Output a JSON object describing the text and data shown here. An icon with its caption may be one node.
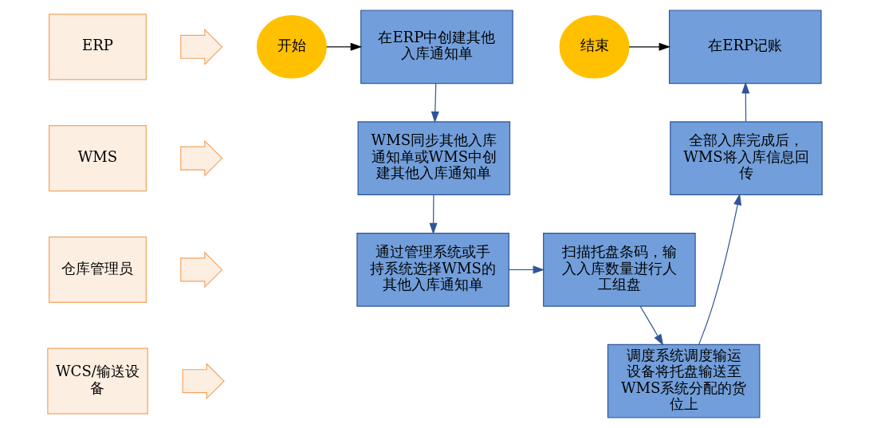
{
  "diagram": {
    "nodes": [
      {
        "text": [
          "ERP"
        ]
      },
      {
        "text": [
          "WMS"
        ]
      },
      {
        "text": [
          "仓库管理员"
        ]
      },
      {
        "text": [
          "WCS/输送设备"
        ]
      },
      {
        "text": [
          "开始"
        ]
      },
      {
        "text": [
          "在ERP中创建其他入库通知单"
        ]
      },
      {
        "text": [
          "结束"
        ]
      },
      {
        "text": [
          "在ERP记账"
        ]
      },
      {
        "text": [
          "WMS同步其他入库通知单或WMS中创建其他入库通知单"
        ]
      },
      {
        "text": [
          "全部入库完成后，WMS将入库信息回传"
        ]
      },
      {
        "text": [
          "通过管理系统或手持系统选择WMS的其他入库通知单"
        ]
      },
      {
        "text": [
          "扫描托盘条码，输入入库数量进行人工组盘"
        ]
      },
      {
        "text": [
          "调度系统调度输运设备将托盘输送至WMS系统分配的货位上"
        ]
      },
      {
        "text": [],
        "shape": "arrow"
      },
      {
        "text": [],
        "shape": "arrow"
      },
      {
        "text": [],
        "shape": "arrow"
      },
      {
        "text": [],
        "shape": "arrow"
      }
    ],
    "edges": [
      {
        "from": 4,
        "to": 5,
        "arrow": "to",
        "color": "#000000"
      },
      {
        "from": 6,
        "to": 7,
        "arrow": "to",
        "color": "#000000"
      },
      {
        "from": 5,
        "to": 8,
        "arrow": "to"
      },
      {
        "from": 8,
        "to": 10,
        "arrow": "to"
      },
      {
        "from": 10,
        "to": 11,
        "arrow": "to"
      },
      {
        "from": 11,
        "to": 12,
        "arrow": "to"
      },
      {
        "from": 12,
        "to": 9,
        "arrow": "to"
      },
      {
        "from": 9,
        "to": 7,
        "arrow": "to"
      }
    ]
  }
}
